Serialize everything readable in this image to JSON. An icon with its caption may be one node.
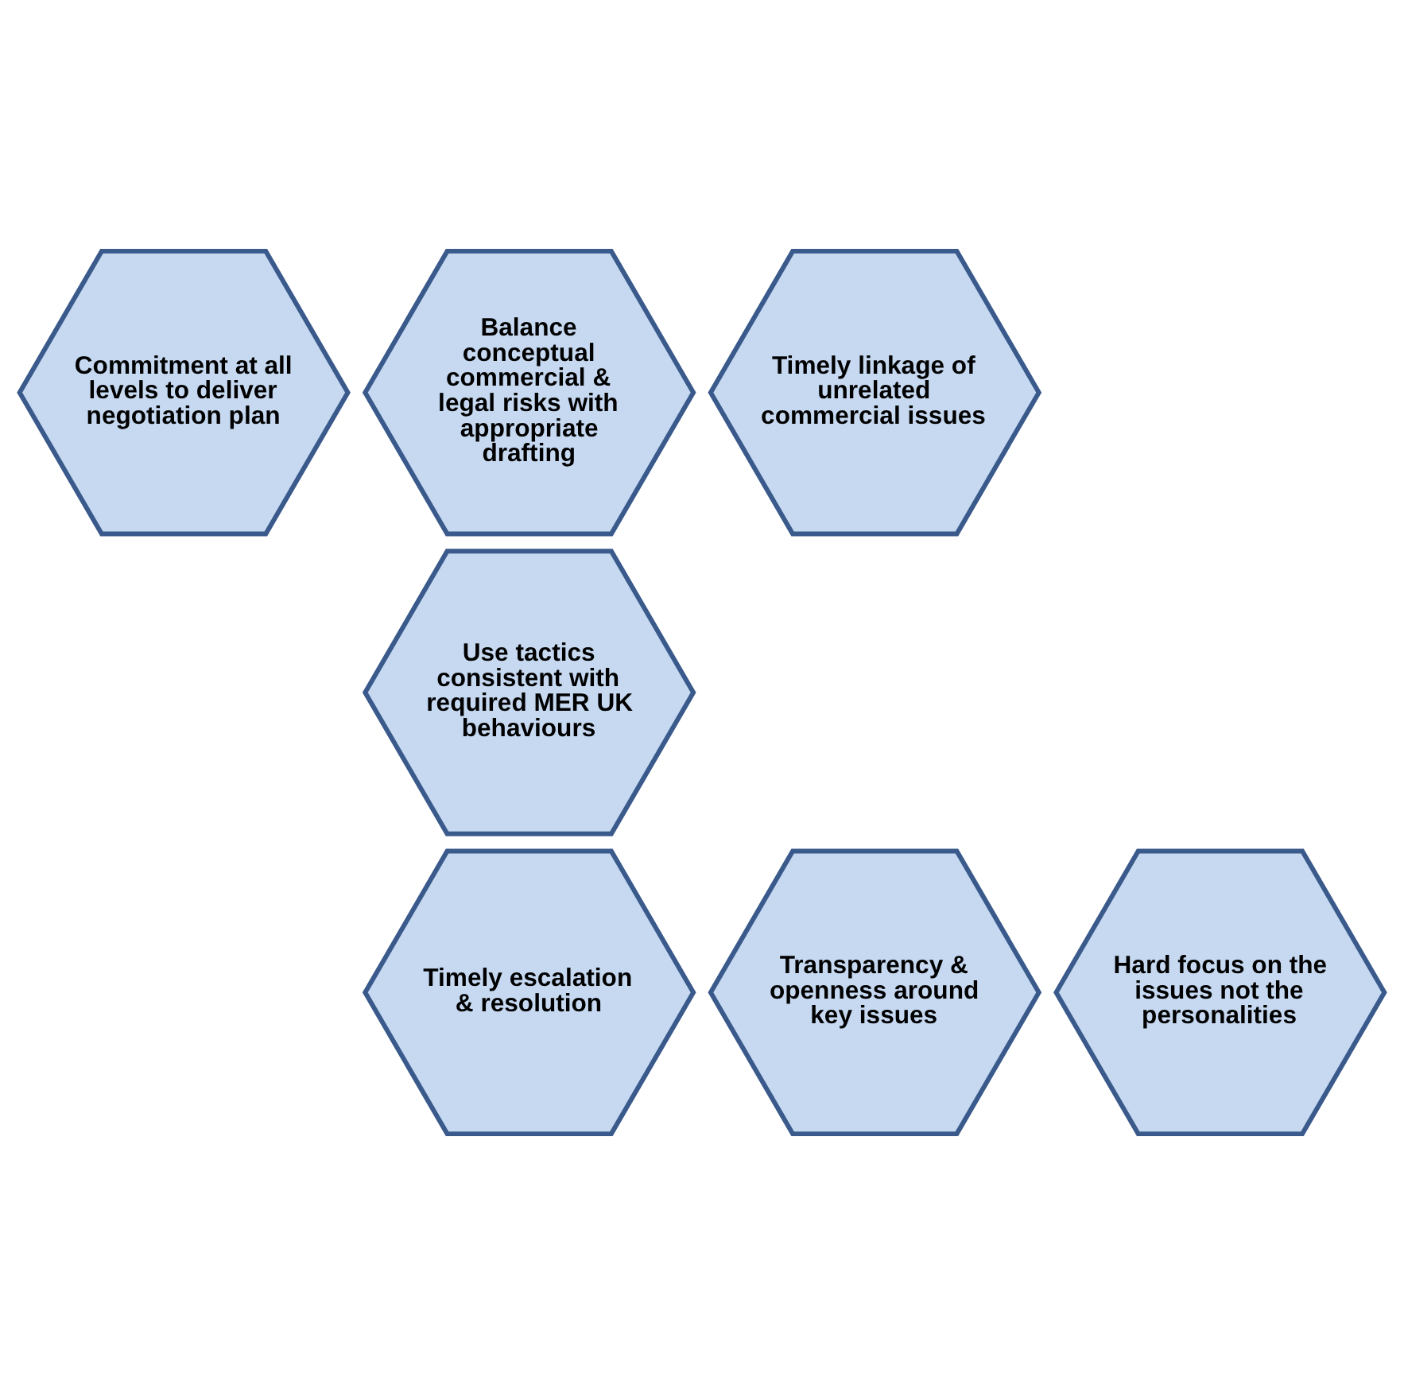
{
  "diagram": {
    "nodes": [
      {
        "text": [
          "Balance conceptual commercial & legal risks with appropriate drafting"
        ]
      },
      {
        "text": [
          "Commitment at all levels to deliver negotiation plan"
        ]
      },
      {
        "text": [
          "Timely linkage of unrelated commercial issues"
        ]
      },
      {
        "text": [
          "Use tactics consistent with required MER UK behaviours"
        ]
      },
      {
        "text": [
          "Transparency & openness around key issues"
        ]
      },
      {
        "text": [
          "Hard focus on the issues not the personalities"
        ]
      },
      {
        "text": [
          "Timely escalation & resolution"
        ]
      }
    ],
    "edges": []
  }
}
